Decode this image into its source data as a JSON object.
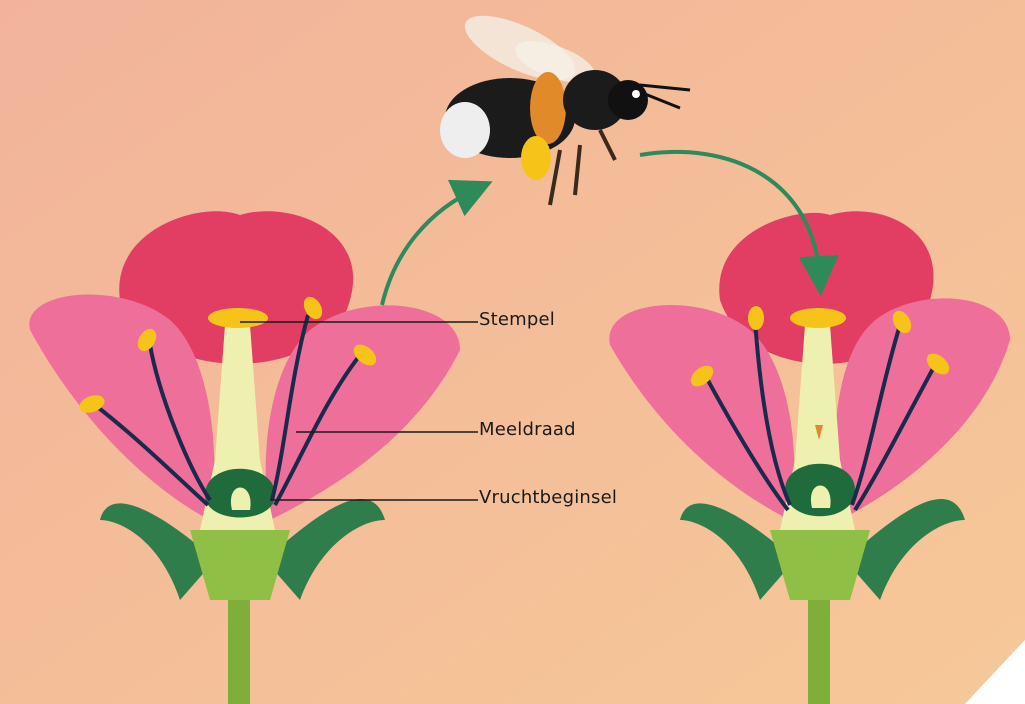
{
  "labels": {
    "stamen_pistil": "Stempel",
    "filament": "Meeldraad",
    "ovary": "Vruchtbeginsel"
  },
  "colors": {
    "background_top_left": "#f2b39a",
    "background_bottom_right": "#f6c898",
    "petal_dark": "#e23e64",
    "petal_light": "#ef6f9b",
    "petal_inner": "#f4a9c4",
    "pistil": "#eef0b0",
    "ovary_wall": "#1f6b3c",
    "filament": "#1b2a4a",
    "anther": "#f6c419",
    "sepal": "#2f7d4a",
    "stem": "#7fae3b",
    "arrow": "#2f8a5a",
    "bee_black": "#1b1b1b",
    "bee_orange": "#e08a2a",
    "bee_white": "#eeeeee"
  }
}
